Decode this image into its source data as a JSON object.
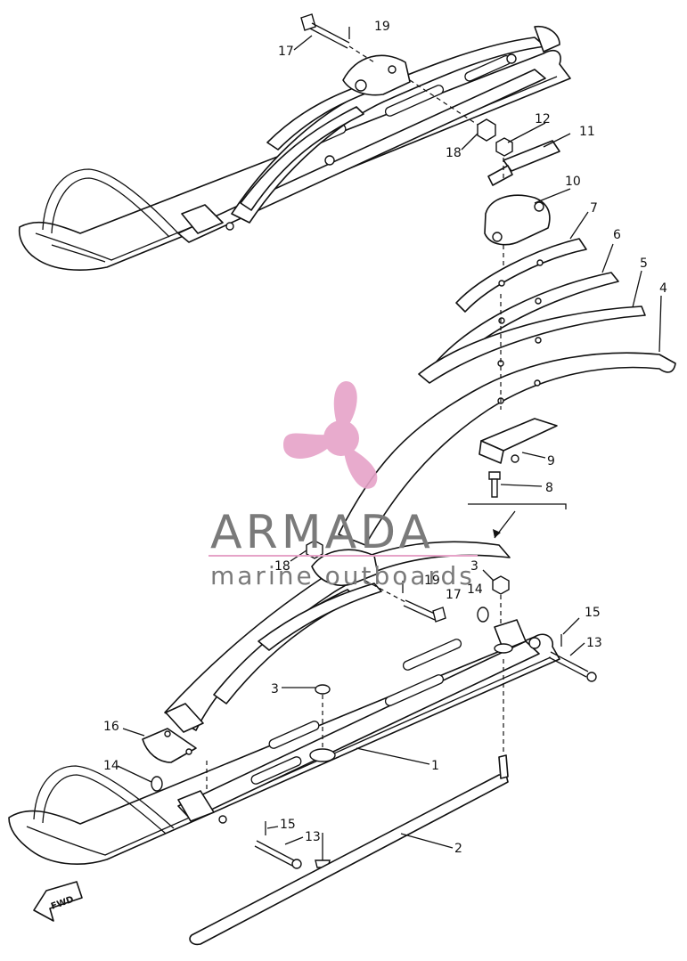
{
  "callouts": [
    {
      "id": "c19a",
      "text": "19"
    },
    {
      "id": "c17a",
      "text": "17"
    },
    {
      "id": "c12",
      "text": "12"
    },
    {
      "id": "c11",
      "text": "11"
    },
    {
      "id": "c18a",
      "text": "18"
    },
    {
      "id": "c10",
      "text": "10"
    },
    {
      "id": "c7",
      "text": "7"
    },
    {
      "id": "c6",
      "text": "6"
    },
    {
      "id": "c5",
      "text": "5"
    },
    {
      "id": "c4",
      "text": "4"
    },
    {
      "id": "c9",
      "text": "9"
    },
    {
      "id": "c8",
      "text": "8"
    },
    {
      "id": "c18b",
      "text": "18"
    },
    {
      "id": "c3a",
      "text": "3"
    },
    {
      "id": "c19b",
      "text": "19"
    },
    {
      "id": "c17b",
      "text": "17"
    },
    {
      "id": "c14a",
      "text": "14"
    },
    {
      "id": "c15a",
      "text": "15"
    },
    {
      "id": "c13a",
      "text": "13"
    },
    {
      "id": "c3b",
      "text": "3"
    },
    {
      "id": "c16",
      "text": "16"
    },
    {
      "id": "c1",
      "text": "1"
    },
    {
      "id": "c14b",
      "text": "14"
    },
    {
      "id": "c15b",
      "text": "15"
    },
    {
      "id": "c13b",
      "text": "13"
    },
    {
      "id": "c2",
      "text": "2"
    }
  ],
  "direction_badge": "FWD",
  "watermark": {
    "brand": "ARMADA",
    "tagline": "marine outboards",
    "logo_color": "#e6a3c8",
    "text_color": "#7a7a7a"
  }
}
